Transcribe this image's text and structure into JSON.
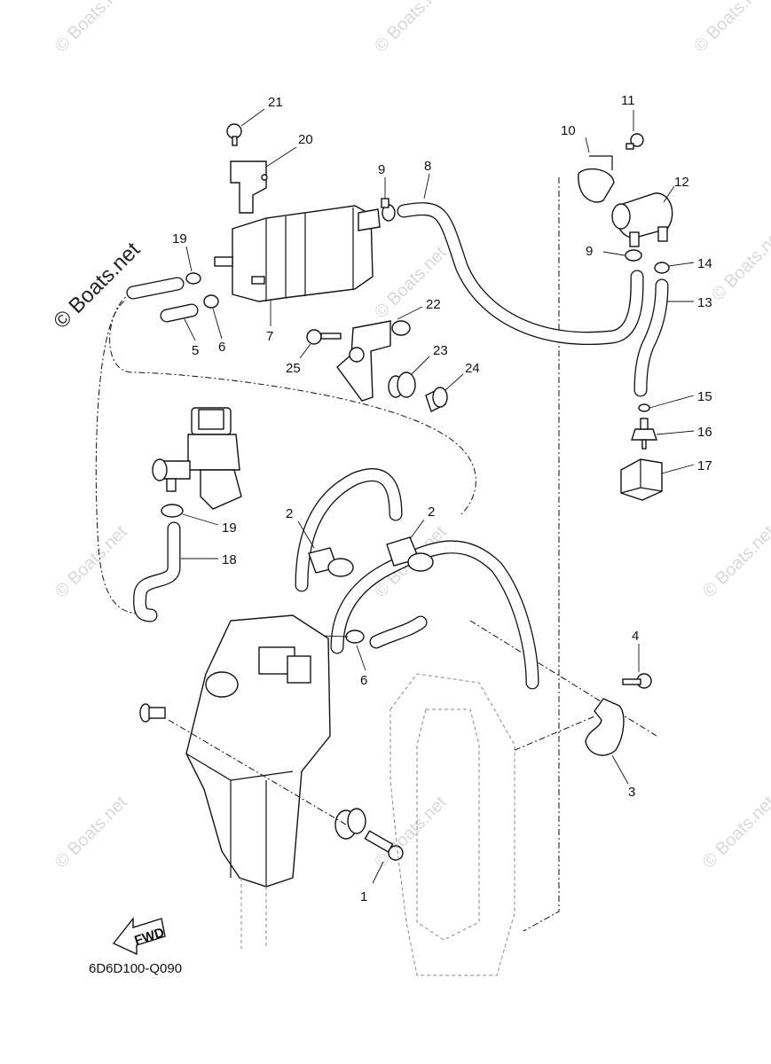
{
  "diagram_code": "6D6D100-Q090",
  "direction_label": "FWD",
  "watermark": "© Boats.net",
  "callouts": [
    "1",
    "2",
    "2",
    "3",
    "4",
    "5",
    "6",
    "6",
    "7",
    "8",
    "9",
    "9",
    "10",
    "11",
    "12",
    "13",
    "14",
    "15",
    "16",
    "17",
    "18",
    "19",
    "19",
    "20",
    "21",
    "22",
    "23",
    "24",
    "25"
  ]
}
